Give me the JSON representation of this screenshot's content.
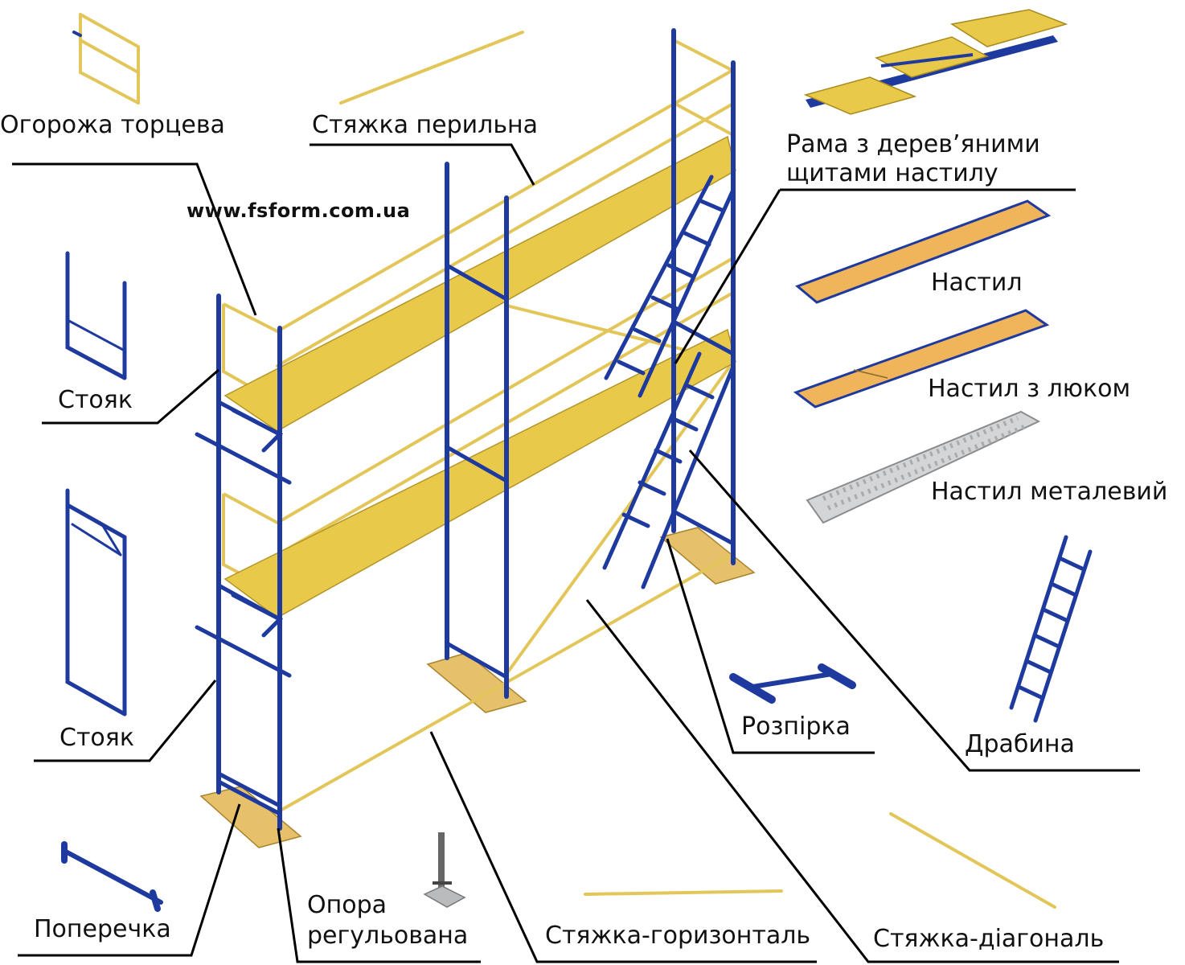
{
  "website": "www.fsform.com.ua",
  "colors": {
    "frame_blue": "#1f3a9e",
    "deck_yellow": "#e8c94a",
    "deck_orange": "#f0b45a",
    "rail_yellow": "#e3c65a",
    "leader_black": "#000000",
    "base_wood": "#e6c06a",
    "metal_grey": "#c8cacc"
  },
  "labels": {
    "end_guard": "Огорожа торцева",
    "rail_tie": "Стяжка перильна",
    "frame_with_boards_line1": "Рама з дерев’яними",
    "frame_with_boards_line2": "щитами настилу",
    "upright_1": "Стояк",
    "deck": "Настил",
    "deck_with_hatch": "Настил з люком",
    "deck_metal": "Настил металевий",
    "upright_2": "Стояк",
    "spacer": "Розпірка",
    "ladder": "Драбина",
    "crossbar": "Поперечка",
    "adjustable_support_line1": "Опора",
    "adjustable_support_line2": "регульована",
    "horizontal_tie": "Стяжка-горизонталь",
    "diagonal_tie": "Стяжка-діагональ"
  }
}
